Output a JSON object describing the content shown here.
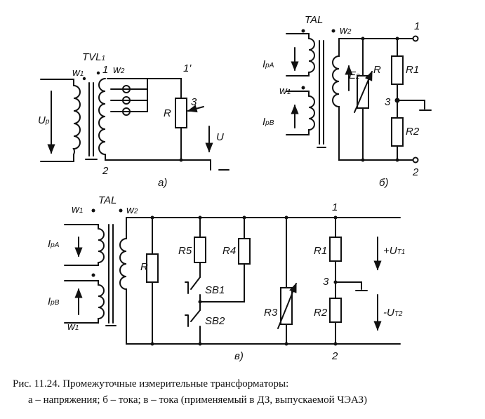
{
  "diagram_a": {
    "transformer": "TVL",
    "transformer_sub": "1",
    "w1": "w",
    "w1_sub": "1",
    "w2": "w",
    "w2_sub": "2",
    "tap_1": "1",
    "terminal_1prime": "1'",
    "terminal_2": "2",
    "input_voltage": "U",
    "input_voltage_sub": "p",
    "resistor": "R",
    "wiper": "3",
    "output_voltage": "U",
    "label": "а)"
  },
  "diagram_b": {
    "transformer": "TAL",
    "w2": "w",
    "w2_sub": "2",
    "w1": "w",
    "w1_sub": "1",
    "current_a": "I",
    "current_a_sub": "pA",
    "current_b": "I",
    "current_b_sub": "pB",
    "emf": "E",
    "emf_sub": "2",
    "resistor": "R",
    "r1": "R1",
    "r2": "R2",
    "node_3": "3",
    "terminal_1": "1",
    "terminal_2": "2",
    "label": "б)"
  },
  "diagram_v": {
    "transformer": "TAL",
    "w1": "w",
    "w1_sub": "1",
    "w2": "w",
    "w2_sub": "2",
    "current_a": "I",
    "current_a_sub": "pA",
    "current_b": "I",
    "current_b_sub": "pB",
    "resistor": "R",
    "r5": "R5",
    "r4": "R4",
    "sb1": "SB1",
    "sb2": "SB2",
    "r3": "R3",
    "r1": "R1",
    "r2": "R2",
    "node_1": "1",
    "node_2": "2",
    "node_3": "3",
    "voltage_1": "+U",
    "voltage_1_sub": "T1",
    "voltage_2": "-U",
    "voltage_2_sub": "T2",
    "label": "в)"
  },
  "caption": {
    "line1": "Рис. 11.24. Промежуточные измерительные трансформаторы:",
    "line2": "а – напряжения; б – тока; в – тока (применяемый в ДЗ, выпускаемой ЧЭАЗ)"
  }
}
